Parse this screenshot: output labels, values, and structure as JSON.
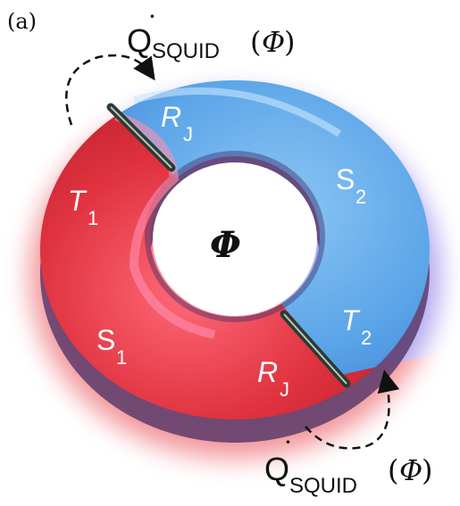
{
  "panel_label": "(a)",
  "flux_symbol": "Φ",
  "heat_top": {
    "q": "Q",
    "sub": "SQUID",
    "open": "(",
    "phi": "Φ",
    "close": ")"
  },
  "heat_bottom": {
    "q": "Q",
    "sub": "SQUID",
    "open": "(",
    "phi": "Φ",
    "close": ")"
  },
  "s1": {
    "base": "S",
    "sub": "1"
  },
  "s2": {
    "base": "S",
    "sub": "2"
  },
  "t1": {
    "base": "T",
    "sub": "1"
  },
  "t2": {
    "base": "T",
    "sub": "2"
  },
  "rj_top": {
    "base": "R",
    "sub": "J"
  },
  "rj_bottom": {
    "base": "R",
    "sub": "J"
  },
  "colors": {
    "red_side": "#d9333b",
    "blue_side": "#5aa6e8",
    "junction": "#2a3a33",
    "arrow": "#111111"
  }
}
